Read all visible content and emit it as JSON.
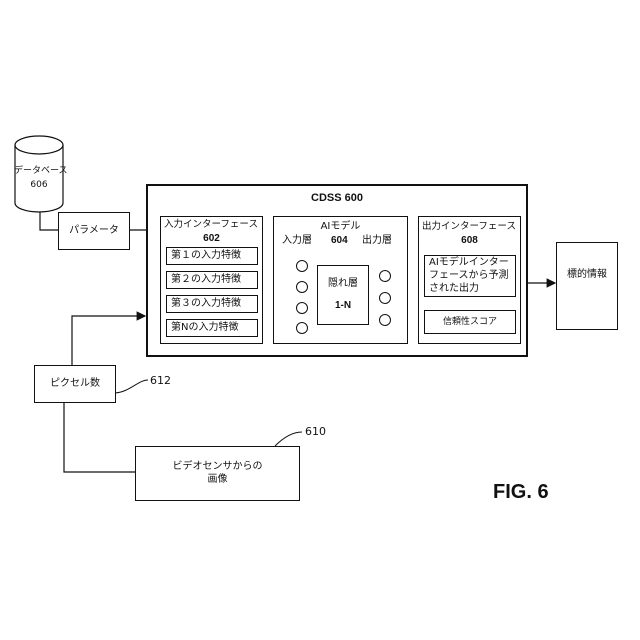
{
  "database": {
    "label": "データベース",
    "ref": "606"
  },
  "parameters": {
    "label": "パラメータ"
  },
  "cdss": {
    "title": "CDSS 600"
  },
  "input_interface": {
    "label": "入力インターフェース",
    "ref": "602",
    "features": [
      "第１の入力特徴",
      "第２の入力特徴",
      "第３の入力特徴",
      "第Nの入力特徴"
    ]
  },
  "ai_model": {
    "label": "AIモデル",
    "ref": "604",
    "input_layer": "入力層",
    "output_layer": "出力層",
    "hidden_layer": "隠れ層",
    "hidden_range": "1-N"
  },
  "output_interface": {
    "label": "出力インターフェース",
    "ref": "608",
    "predicted_output_line1": "AIモデルインター",
    "predicted_output_line2": "フェースから予測",
    "predicted_output_line3": "された出力",
    "confidence_score": "信頼性スコア"
  },
  "target_info": {
    "label": "標的情報"
  },
  "pixel_count": {
    "label": "ピクセル数",
    "ref": "612"
  },
  "video_image": {
    "line1": "ビデオセンサからの",
    "line2": "画像",
    "ref": "610"
  },
  "figure_label": "FIG. 6"
}
